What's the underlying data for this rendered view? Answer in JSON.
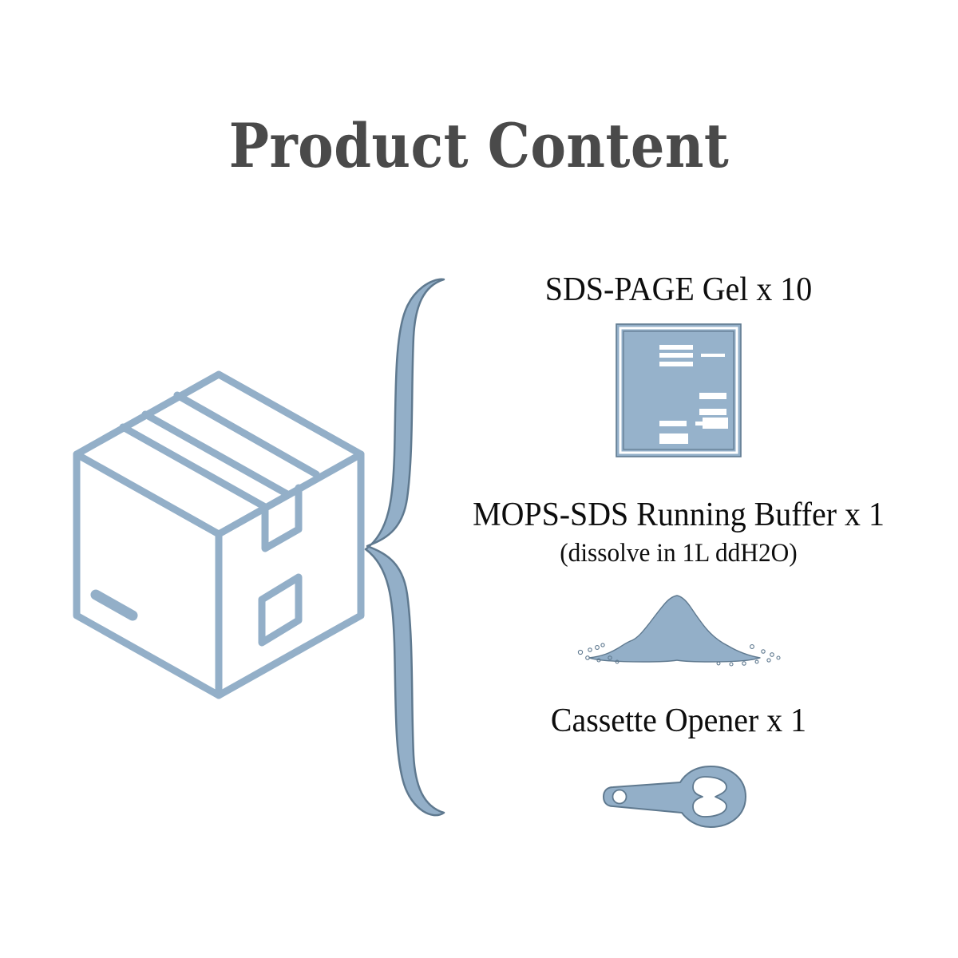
{
  "title": "Product Content",
  "colors": {
    "title_gray": "#4a4a4a",
    "accent_blue": "#93AFC8",
    "accent_blue_stroke": "#5F798F",
    "band_white": "#FFFFFF",
    "text_black": "#0d0d0d",
    "background": "#FFFFFF"
  },
  "package": {
    "icon_name": "cardboard-box-icon",
    "description": "Isometric cardboard shipping box with taped flaps"
  },
  "brace": {
    "icon_name": "curly-brace-icon",
    "description": "Large left-facing curly brace grouping the three contents"
  },
  "items": [
    {
      "label": "SDS-PAGE Gel x 10",
      "sublabel": "",
      "icon_name": "sds-page-gel-icon",
      "quantity": 10
    },
    {
      "label": "MOPS-SDS Running Buffer x 1",
      "sublabel": "(dissolve in 1L ddH2O)",
      "icon_name": "powder-pile-icon",
      "quantity": 1
    },
    {
      "label": "Cassette Opener x 1",
      "sublabel": "",
      "icon_name": "cassette-opener-icon",
      "quantity": 1
    }
  ]
}
